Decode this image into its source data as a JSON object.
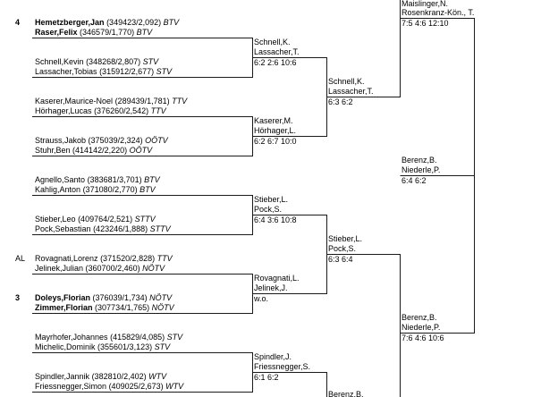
{
  "round1": [
    {
      "seed": "4",
      "players": [
        {
          "name": "Hemetzberger,Jan",
          "ranking": "(349423/2,092)",
          "club": "BTV"
        },
        {
          "name": "Raser,Felix",
          "ranking": "(346579/1,770)",
          "club": "BTV"
        }
      ]
    },
    {
      "players": [
        {
          "name": "Schnell,Kevin",
          "ranking": "(348268/2,807)",
          "club": "STV"
        },
        {
          "name": "Lassacher,Tobias",
          "ranking": "(315912/2,677)",
          "club": "STV"
        }
      ]
    },
    {
      "players": [
        {
          "name": "Kaserer,Maurice-Noel",
          "ranking": "(289439/1,781)",
          "club": "TTV"
        },
        {
          "name": "Hörhager,Lucas",
          "ranking": "(376260/2,542)",
          "club": "TTV"
        }
      ]
    },
    {
      "players": [
        {
          "name": "Strauss,Jakob",
          "ranking": "(375039/2,324)",
          "club": "OÖTV"
        },
        {
          "name": "Stuhr,Ben",
          "ranking": "(414142/2,220)",
          "club": "OÖTV"
        }
      ]
    },
    {
      "players": [
        {
          "name": "Agnello,Santo",
          "ranking": "(383681/3,701)",
          "club": "BTV"
        },
        {
          "name": "Kahlig,Anton",
          "ranking": "(371080/2,770)",
          "club": "BTV"
        }
      ]
    },
    {
      "players": [
        {
          "name": "Stieber,Leo",
          "ranking": "(409764/2,521)",
          "club": "STTV"
        },
        {
          "name": "Pock,Sebastian",
          "ranking": "(423246/1,888)",
          "club": "STTV"
        }
      ]
    },
    {
      "seed": "AL",
      "players": [
        {
          "name": "Rovagnati,Lorenz",
          "ranking": "(371520/2,828)",
          "club": "TTV"
        },
        {
          "name": "Jelinek,Julian",
          "ranking": "(360700/2,460)",
          "club": "NÖTV"
        }
      ]
    },
    {
      "seed": "3",
      "players": [
        {
          "name": "Doleys,Florian",
          "ranking": "(376039/1,734)",
          "club": "NÖTV"
        },
        {
          "name": "Zimmer,Florian",
          "ranking": "(307734/1,765)",
          "club": "NÖTV"
        }
      ]
    },
    {
      "players": [
        {
          "name": "Mayrhofer,Johannes",
          "ranking": "(415829/4,085)",
          "club": "STV"
        },
        {
          "name": "Michelic,Dominik",
          "ranking": "(355601/3,123)",
          "club": "STV"
        }
      ]
    },
    {
      "players": [
        {
          "name": "Spindler,Jannik",
          "ranking": "(382810/2,402)",
          "club": "WTV"
        },
        {
          "name": "Friessnegger,Simon",
          "ranking": "(409025/2,673)",
          "club": "WTV"
        }
      ]
    }
  ],
  "round2": [
    {
      "players": [
        "Schnell,K.",
        "Lassacher,T."
      ],
      "score": "6:2 2:6 10:6"
    },
    {
      "players": [
        "Kaserer,M.",
        "Hörhager,L."
      ],
      "score": "6:2 6:7 10:0"
    },
    {
      "players": [
        "Stieber,L.",
        "Pock,S."
      ],
      "score": "6:4 3:6 10:8"
    },
    {
      "players": [
        "Rovagnati,L.",
        "Jelinek,J."
      ],
      "score": "w.o."
    },
    {
      "players": [
        "Spindler,J.",
        "Friessnegger,S."
      ],
      "score": "6:1 6:2"
    }
  ],
  "round3": [
    {
      "players": [
        "Schnell,K.",
        "Lassacher,T."
      ],
      "score": "6:3 6:2"
    },
    {
      "players": [
        "Stieber,L.",
        "Pock,S."
      ],
      "score": "6:3 6:4"
    },
    {
      "players": [
        "Berenz,B."
      ]
    }
  ],
  "round4": [
    {
      "players": [
        "Maislinger,N.",
        "Rosenkranz-Kön., T."
      ],
      "score": "7:5 4:6 12:10"
    },
    {
      "players": [
        "Berenz,B.",
        "Niederle,P."
      ],
      "score": "7:6 4:6 10:6"
    }
  ],
  "round5": [
    {
      "players": [
        "Berenz,B.",
        "Niederle,P."
      ],
      "score": "6:4 6:2"
    }
  ]
}
